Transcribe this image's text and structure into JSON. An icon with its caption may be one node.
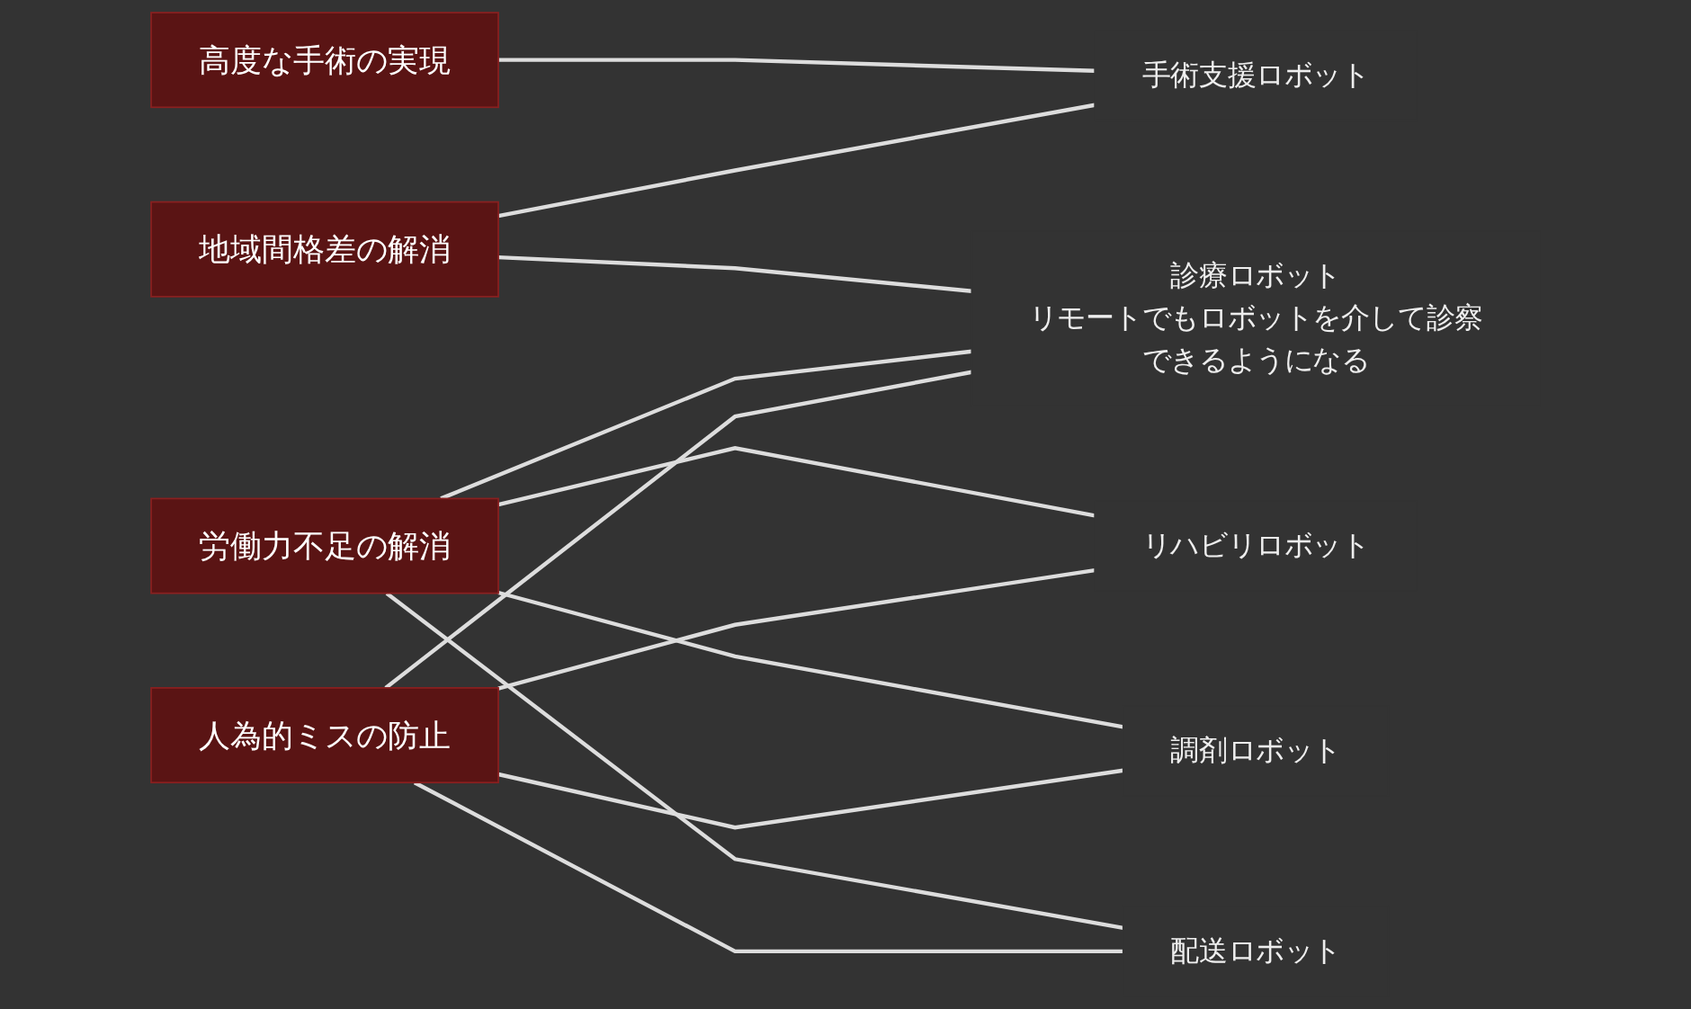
{
  "diagram": {
    "nodes": [
      {
        "text": [
          "高度な手術の実現"
        ]
      },
      {
        "text": [
          "地域間格差の解消"
        ]
      },
      {
        "text": [
          "労働力不足の解消"
        ]
      },
      {
        "text": [
          "人為的ミスの防止"
        ]
      },
      {
        "text": [
          "手術支援ロボット"
        ]
      },
      {
        "text": [
          "診療ロボット",
          "リモートでもロボットを介して診察できるようになる"
        ]
      },
      {
        "text": [
          "リハビリロボット"
        ]
      },
      {
        "text": [
          "調剤ロボット"
        ]
      },
      {
        "text": [
          "配送ロボット"
        ]
      }
    ],
    "edges": [
      {
        "from": 0,
        "to": 4,
        "arrow": "none"
      },
      {
        "from": 1,
        "to": 4,
        "arrow": "none"
      },
      {
        "from": 1,
        "to": 5,
        "arrow": "none"
      },
      {
        "from": 2,
        "to": 5,
        "arrow": "none"
      },
      {
        "from": 3,
        "to": 5,
        "arrow": "none"
      },
      {
        "from": 2,
        "to": 6,
        "arrow": "none"
      },
      {
        "from": 2,
        "to": 7,
        "arrow": "none"
      },
      {
        "from": 2,
        "to": 8,
        "arrow": "none"
      },
      {
        "from": 3,
        "to": 6,
        "arrow": "none"
      },
      {
        "from": 3,
        "to": 7,
        "arrow": "none"
      },
      {
        "from": 3,
        "to": 8,
        "arrow": "none"
      }
    ]
  }
}
